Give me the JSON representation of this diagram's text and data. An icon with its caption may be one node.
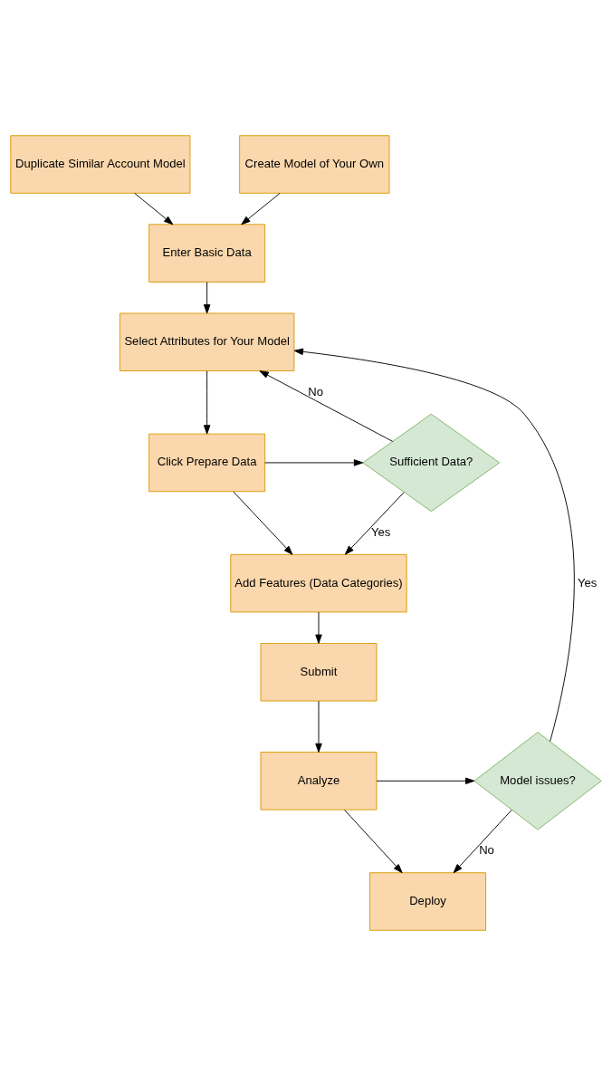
{
  "diagram": {
    "nodes": [
      {
        "text": [
          "Duplicate Similar Account Model"
        ]
      },
      {
        "text": [
          "Create Model of Your Own"
        ]
      },
      {
        "text": [
          "Enter Basic Data"
        ]
      },
      {
        "text": [
          "Select Attributes for Your Model"
        ]
      },
      {
        "text": [
          "Click Prepare Data"
        ]
      },
      {
        "text": [
          "Sufficient Data?"
        ]
      },
      {
        "text": [
          "Add Features (Data Categories)"
        ]
      },
      {
        "text": [
          "Submit"
        ]
      },
      {
        "text": [
          "Analyze"
        ]
      },
      {
        "text": [
          "Model issues?"
        ]
      },
      {
        "text": [
          "Deploy"
        ]
      }
    ],
    "edges": [
      {
        "from": 0,
        "to": 2,
        "arrow": "to"
      },
      {
        "from": 1,
        "to": 2,
        "arrow": "to"
      },
      {
        "from": 2,
        "to": 3,
        "arrow": "to"
      },
      {
        "from": 3,
        "to": 4,
        "arrow": "to"
      },
      {
        "from": 4,
        "to": 5,
        "arrow": "to"
      },
      {
        "from": 5,
        "to": 3,
        "arrow": "to",
        "label": "No"
      },
      {
        "from": 4,
        "to": 6,
        "arrow": "to"
      },
      {
        "from": 5,
        "to": 6,
        "arrow": "to",
        "label": "Yes"
      },
      {
        "from": 6,
        "to": 7,
        "arrow": "to"
      },
      {
        "from": 7,
        "to": 8,
        "arrow": "to"
      },
      {
        "from": 8,
        "to": 9,
        "arrow": "to"
      },
      {
        "from": 9,
        "to": 3,
        "arrow": "to",
        "label": "Yes"
      },
      {
        "from": 8,
        "to": 10,
        "arrow": "to"
      },
      {
        "from": 9,
        "to": 10,
        "arrow": "to",
        "label": "No"
      }
    ]
  }
}
